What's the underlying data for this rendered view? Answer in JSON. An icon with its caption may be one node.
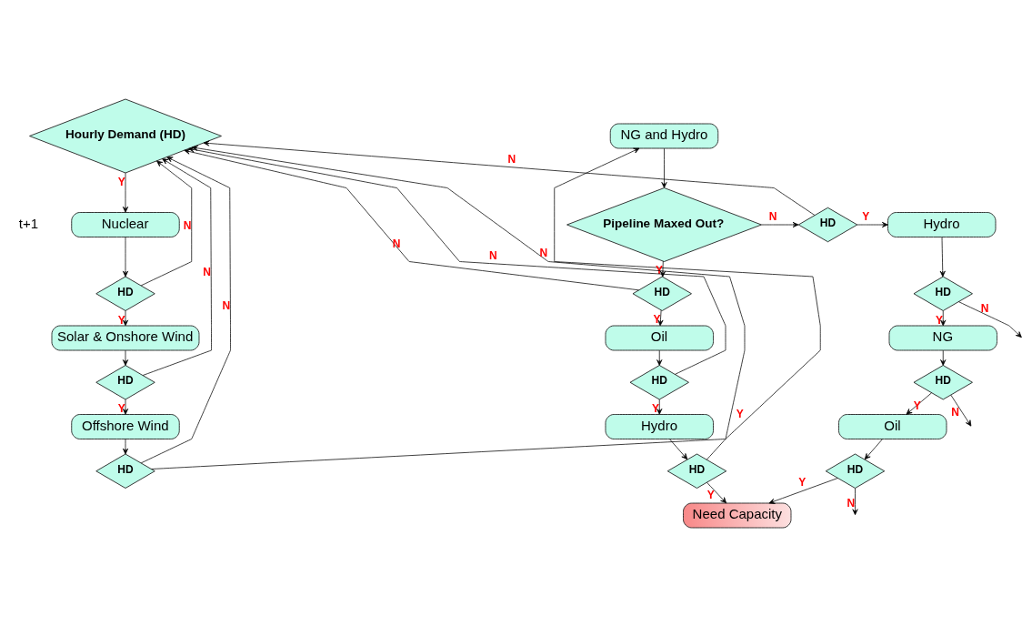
{
  "diagram": {
    "nodes": [
      {
        "text": [
          "Hourly Demand (HD)"
        ]
      },
      {
        "text": [
          "Nuclear"
        ]
      },
      {
        "text": [
          "HD"
        ]
      },
      {
        "text": [
          "Solar & Onshore Wind"
        ]
      },
      {
        "text": [
          "HD"
        ]
      },
      {
        "text": [
          "Offshore Wind"
        ]
      },
      {
        "text": [
          "HD"
        ]
      },
      {
        "text": [
          "NG and Hydro"
        ]
      },
      {
        "text": [
          "Pipeline Maxed Out?"
        ]
      },
      {
        "text": [
          "HD"
        ]
      },
      {
        "text": [
          "HD"
        ]
      },
      {
        "text": [
          "Oil"
        ]
      },
      {
        "text": [
          "HD"
        ]
      },
      {
        "text": [
          "Hydro"
        ]
      },
      {
        "text": [
          "HD"
        ]
      },
      {
        "text": [
          "Hydro"
        ]
      },
      {
        "text": [
          "HD"
        ]
      },
      {
        "text": [
          "NG"
        ]
      },
      {
        "text": [
          "HD"
        ]
      },
      {
        "text": [
          "Oil"
        ]
      },
      {
        "text": [
          "HD"
        ]
      },
      {
        "text": [
          "Need Capacity"
        ]
      }
    ],
    "edges": [
      {
        "from": 0,
        "to": 1,
        "arrow": "to",
        "label": "Y"
      },
      {
        "from": 1,
        "to": 2,
        "arrow": "to"
      },
      {
        "from": 2,
        "to": 0,
        "arrow": "to",
        "label": "N"
      },
      {
        "from": 2,
        "to": 3,
        "arrow": "to",
        "label": "Y"
      },
      {
        "from": 3,
        "to": 4,
        "arrow": "to"
      },
      {
        "from": 4,
        "to": 0,
        "arrow": "to",
        "label": "N"
      },
      {
        "from": 4,
        "to": 5,
        "arrow": "to",
        "label": "Y"
      },
      {
        "from": 5,
        "to": 6,
        "arrow": "to"
      },
      {
        "from": 6,
        "to": 7,
        "arrow": "to",
        "label": "Y"
      },
      {
        "from": 6,
        "to": 0,
        "arrow": "to",
        "label": "N"
      },
      {
        "from": 7,
        "to": 8,
        "arrow": "to"
      },
      {
        "from": 8,
        "to": 9,
        "arrow": "to",
        "label": "N"
      },
      {
        "from": 8,
        "to": 10,
        "arrow": "to",
        "label": "Y"
      },
      {
        "from": 9,
        "to": 15,
        "arrow": "to",
        "label": "Y"
      },
      {
        "from": 9,
        "to": 0,
        "arrow": "to",
        "label": "N"
      },
      {
        "from": 10,
        "to": 0,
        "arrow": "to",
        "label": "N"
      },
      {
        "from": 10,
        "to": 11,
        "arrow": "to",
        "label": "Y"
      },
      {
        "from": 11,
        "to": 12,
        "arrow": "to"
      },
      {
        "from": 12,
        "to": 0,
        "arrow": "to",
        "label": "N"
      },
      {
        "from": 12,
        "to": 13,
        "arrow": "to",
        "label": "Y"
      },
      {
        "from": 13,
        "to": 14,
        "arrow": "to"
      },
      {
        "from": 14,
        "to": 21,
        "arrow": "to",
        "label": "Y"
      },
      {
        "from": 14,
        "to": 0,
        "arrow": "to",
        "label": "N"
      },
      {
        "from": 15,
        "to": 16,
        "arrow": "to"
      },
      {
        "from": 16,
        "to": null,
        "arrow": "to",
        "label": "N"
      },
      {
        "from": 16,
        "to": 17,
        "arrow": "to",
        "label": "Y"
      },
      {
        "from": 17,
        "to": 18,
        "arrow": "to"
      },
      {
        "from": 18,
        "to": null,
        "arrow": "to",
        "label": "N"
      },
      {
        "from": 18,
        "to": 19,
        "arrow": "to",
        "label": "Y"
      },
      {
        "from": 19,
        "to": 20,
        "arrow": "to"
      },
      {
        "from": 20,
        "to": null,
        "arrow": "to",
        "label": "N"
      },
      {
        "from": 20,
        "to": 21,
        "arrow": "to",
        "label": "Y"
      }
    ],
    "labels": [
      "t+1"
    ]
  }
}
